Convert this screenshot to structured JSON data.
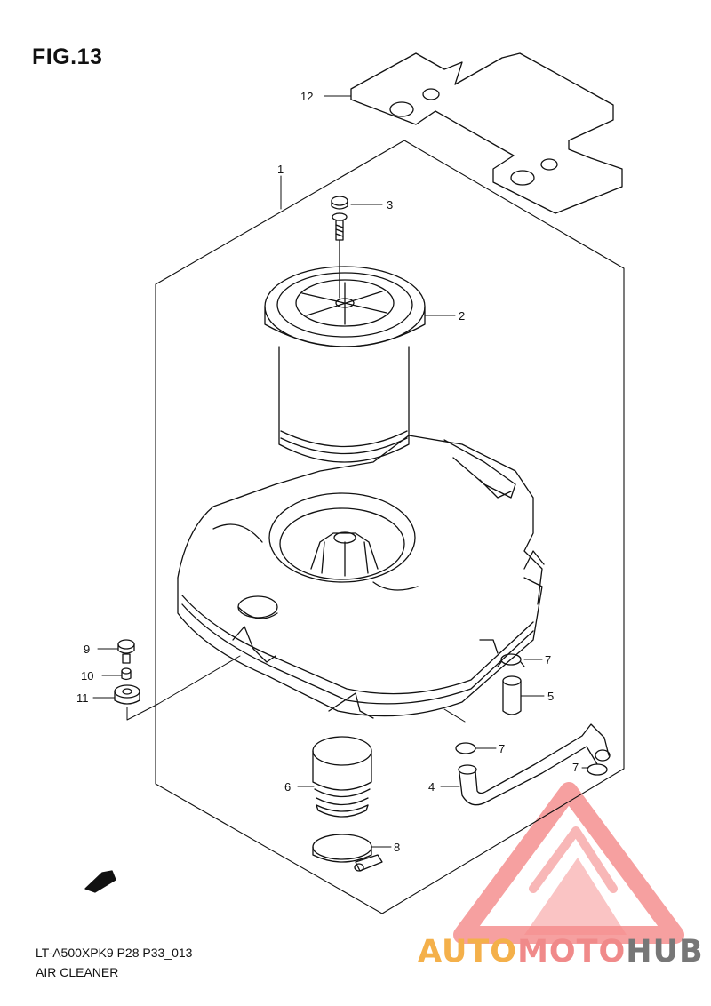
{
  "figure": {
    "title": "FIG.13",
    "code": "LT-A500XPK9 P28 P33_013",
    "name": "AIR CLEANER"
  },
  "callouts": {
    "c1": "1",
    "c2": "2",
    "c3": "3",
    "c4": "4",
    "c5": "5",
    "c6": "6",
    "c7a": "7",
    "c7b": "7",
    "c7c": "7",
    "c8": "8",
    "c9": "9",
    "c10": "10",
    "c11": "11",
    "c12": "12"
  },
  "fwd_label": "FWD",
  "watermark": {
    "part1": "AUTO",
    "part2": "MOTO",
    "part3": "HUB",
    "colors": {
      "auto": "#f4b04a",
      "moto": "#f08a8a",
      "hub": "#777777",
      "logo": "#f26b6b"
    }
  }
}
